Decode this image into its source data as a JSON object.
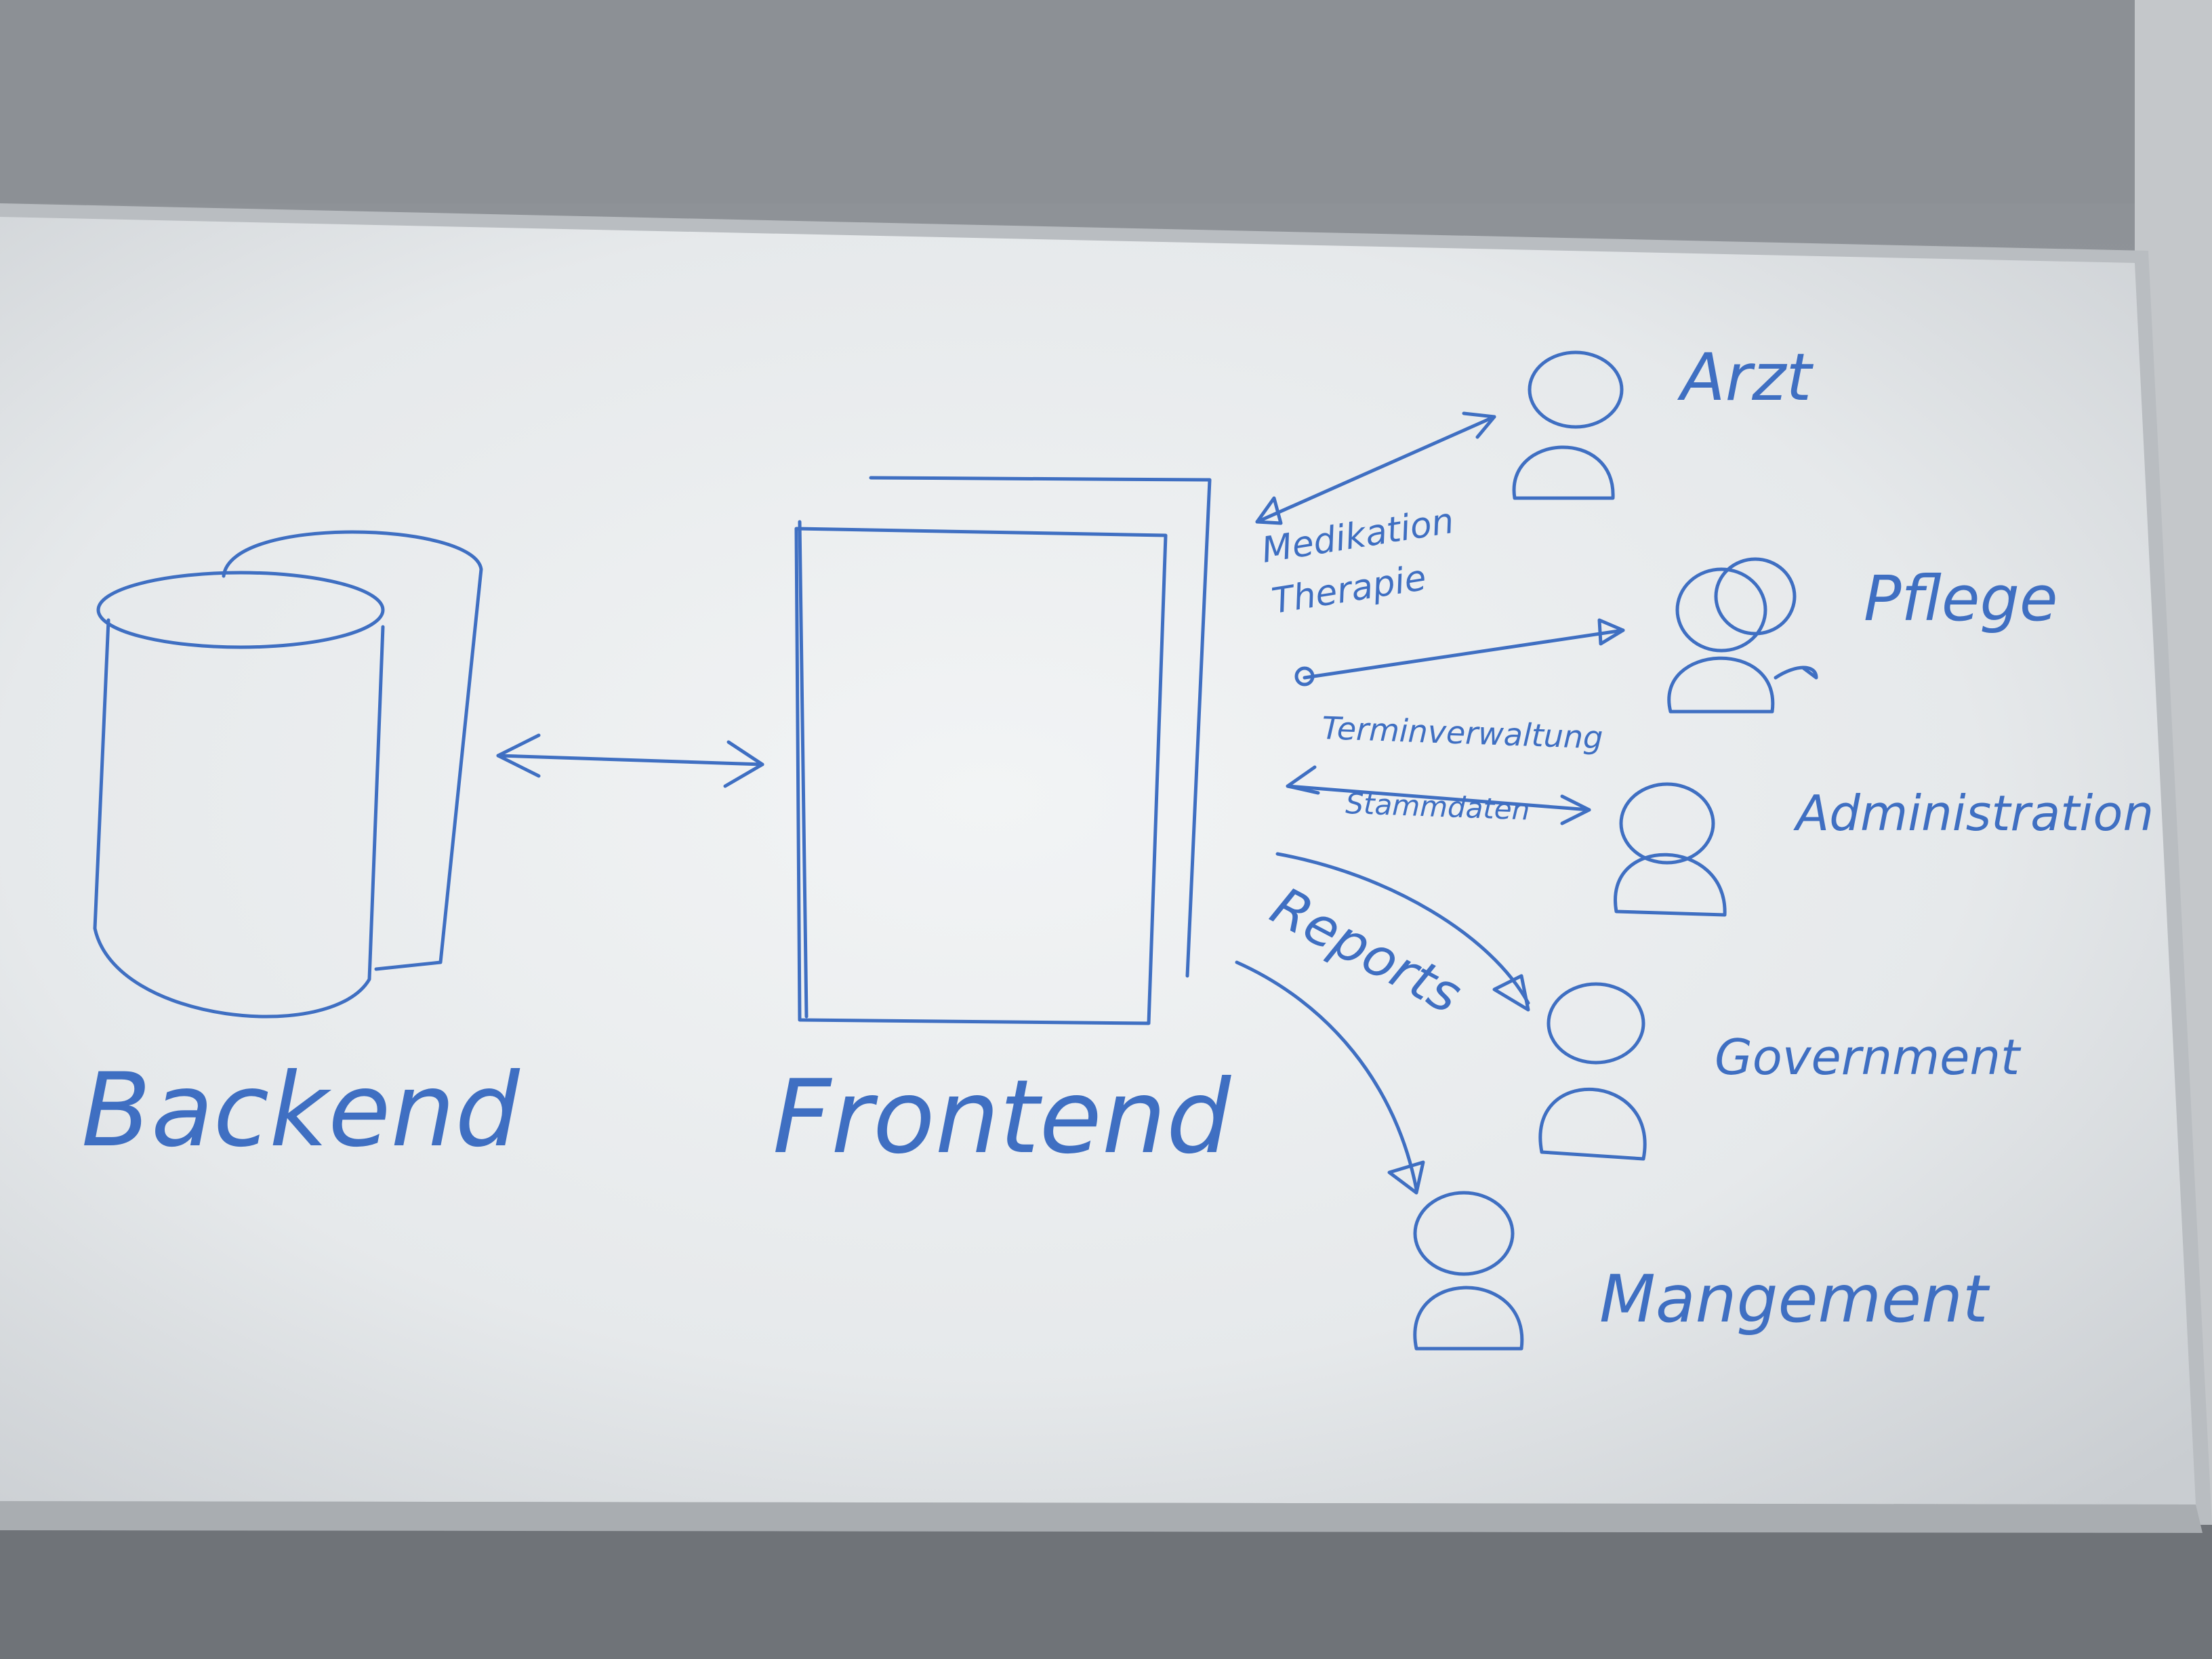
{
  "colors": {
    "wall": "#9a9ea3",
    "board": "#e9ecee",
    "marker": "#3f6fc2",
    "frame": "#b7bbbf"
  },
  "labels": {
    "backend": "Backend",
    "frontend": "Frontend",
    "arzt": "Arzt",
    "pflege": "Pflege",
    "administration": "Administration",
    "government": "Government",
    "management": "Mangement",
    "medication": "Medikation",
    "therapy": "Therapie",
    "scheduling": "Terminverwaltung",
    "master_data": "Stammdaten",
    "reports": "Reports"
  }
}
